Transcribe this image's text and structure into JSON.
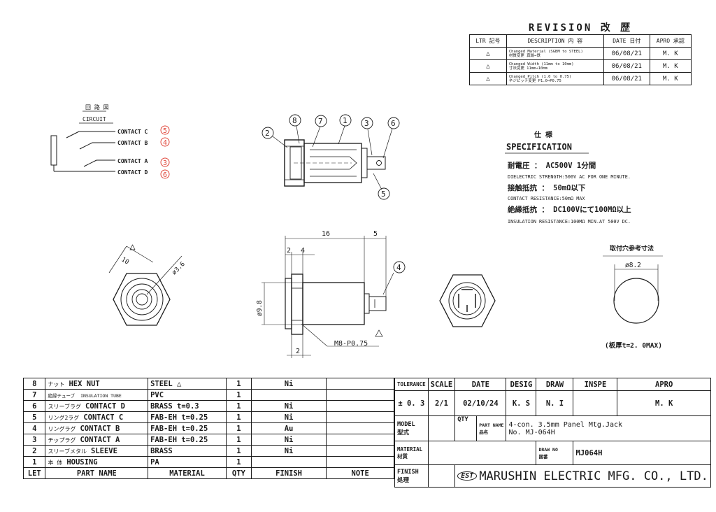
{
  "revision": {
    "title": "REVISION 改 歴",
    "headers": [
      "LTR 記号",
      "DESCRIPTION 内 容",
      "DATE 日付",
      "APRO 承認"
    ],
    "rows": [
      {
        "ltr": "△",
        "desc_en": "Changed Material (SGBM to STEEL)",
        "desc_jp": "材質変更 真鍮→鉄",
        "date": "06/08/21",
        "apro": "M. K"
      },
      {
        "ltr": "△",
        "desc_en": "Changed Width (11mm to 10mm)",
        "desc_jp": "寸法変更 11mm→10mm",
        "date": "06/08/21",
        "apro": "M. K"
      },
      {
        "ltr": "△",
        "desc_en": "Changed Pitch (1.0 to 0.75)",
        "desc_jp": "ネジピッチ変更 P1.0→P0.75",
        "date": "06/08/21",
        "apro": "M. K"
      }
    ]
  },
  "circuit": {
    "title_jp": "回 路 図",
    "title_en": "CIRCUIT",
    "contacts": [
      {
        "label": "CONTACT C",
        "num": "5"
      },
      {
        "label": "CONTACT B",
        "num": "4"
      },
      {
        "label": "CONTACT A",
        "num": "3"
      },
      {
        "label": "CONTACT D",
        "num": "6"
      }
    ]
  },
  "side_view": {
    "balloons": [
      "8",
      "7",
      "1",
      "3",
      "6",
      "2",
      "5"
    ]
  },
  "specification": {
    "title_jp": "仕 様",
    "title_en": "SPECIFICATION",
    "lines": [
      {
        "jp": "耐電圧  ： AC500V 1分間",
        "en": "DIELECTRIC STRENGTH:500V AC FOR ONE MINUTE."
      },
      {
        "jp": "接触抵抗  ： 50mΩ以下",
        "en": "CONTACT RESISTANCE:50mΩ MAX"
      },
      {
        "jp": "絶縁抵抗  ： DC100Vにて100MΩ以上",
        "en": "INSULATION RESISTANCE:100MΩ MIN.AT 500V DC."
      }
    ]
  },
  "dimensions": {
    "hex_width": "10",
    "hole_dia": "ø3.6",
    "length": "16",
    "pin": "5",
    "d2": "2",
    "d4": "4",
    "d2b": "2",
    "body_dia": "ø9.8",
    "thread": "M8-P0.75",
    "balloon4": "4"
  },
  "panel": {
    "title": "取付穴参考寸法",
    "dia": "ø8.2",
    "note": "(板厚t=2. 0MAX)"
  },
  "bom": {
    "rows": [
      {
        "let": "8",
        "jp": "ナット",
        "name": "HEX NUT",
        "material": "STEEL △",
        "qty": "1",
        "finish": "Ni",
        "note": ""
      },
      {
        "let": "7",
        "jp": "絶縁チューブ",
        "name": "INSULATION TUBE",
        "material": "PVC",
        "qty": "1",
        "finish": "",
        "note": ""
      },
      {
        "let": "6",
        "jp": "スリーブラグ",
        "name": "CONTACT D",
        "material": "BRASS t=0.3",
        "qty": "1",
        "finish": "Ni",
        "note": ""
      },
      {
        "let": "5",
        "jp": "リング2ラグ",
        "name": "CONTACT C",
        "material": "FAB-EH t=0.25",
        "qty": "1",
        "finish": "Ni",
        "note": ""
      },
      {
        "let": "4",
        "jp": "リングラグ",
        "name": "CONTACT B",
        "material": "FAB-EH t=0.25",
        "qty": "1",
        "finish": "Au",
        "note": ""
      },
      {
        "let": "3",
        "jp": "チップラグ",
        "name": "CONTACT A",
        "material": "FAB-EH t=0.25",
        "qty": "1",
        "finish": "Ni",
        "note": ""
      },
      {
        "let": "2",
        "jp": "スリーブメタル",
        "name": "SLEEVE",
        "material": "BRASS",
        "qty": "1",
        "finish": "Ni",
        "note": ""
      },
      {
        "let": "1",
        "jp": "本 体",
        "name": "HOUSING",
        "material": "PA",
        "qty": "1",
        "finish": "",
        "note": ""
      }
    ],
    "headers": {
      "let": "LET",
      "name": "PART NAME",
      "material": "MATERIAL",
      "qty": "QTY",
      "finish": "FINISH",
      "note": "NOTE"
    }
  },
  "title_block": {
    "tolerance_label": "TOLERANCE",
    "tolerance": "± 0. 3",
    "scale_label": "SCALE",
    "scale": "2/1",
    "date_label": "DATE",
    "date": "02/10/24",
    "desig_label": "DESIG",
    "desig": "K. S",
    "draw_label": "DRAW",
    "draw": "N. I",
    "inspe_label": "INSPE",
    "inspe": "",
    "apro_label": "APRO",
    "apro": "M. K",
    "model_label": "MODEL",
    "model_label_jp": "型式",
    "qty_label": "QTY",
    "part_name_label": "PART NAME",
    "part_name_label_jp": "品名",
    "part_name": "4-con. 3.5mm Panel Mtg.Jack",
    "part_no": "No. MJ-064H",
    "material_label": "MATERIAL",
    "material_label_jp": "材質",
    "draw_no_label": "DRAW NO",
    "draw_no_label_jp": "図番",
    "draw_no": "MJ064H",
    "finish_label": "FINISH",
    "finish_label_jp": "処理",
    "logo": "EST",
    "company": "MARUSHIN ELECTRIC MFG. CO., LTD."
  }
}
